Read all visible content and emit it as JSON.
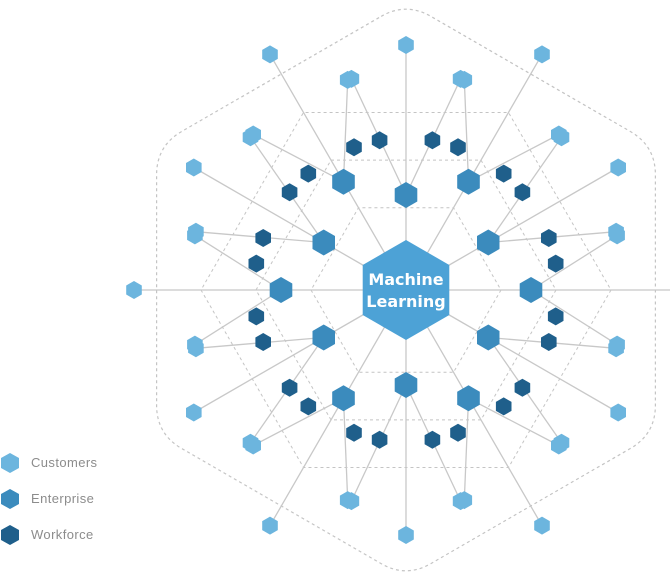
{
  "center": {
    "line1": "Machine",
    "line2": "Learning"
  },
  "legend": [
    {
      "label": "Customers",
      "color": "#6cb5de",
      "icon": "hexagon-icon"
    },
    {
      "label": "Enterprise",
      "color": "#3b8bbd",
      "icon": "hexagon-icon"
    },
    {
      "label": "Workforce",
      "color": "#1f5f8b",
      "icon": "hexagon-icon"
    }
  ],
  "colors": {
    "center": "#4da2d6",
    "customers": "#6cb5de",
    "enterprise": "#3b8bbd",
    "workforce": "#1f5f8b",
    "line": "#c8c8c8",
    "dashed": "#c4c4c4"
  }
}
